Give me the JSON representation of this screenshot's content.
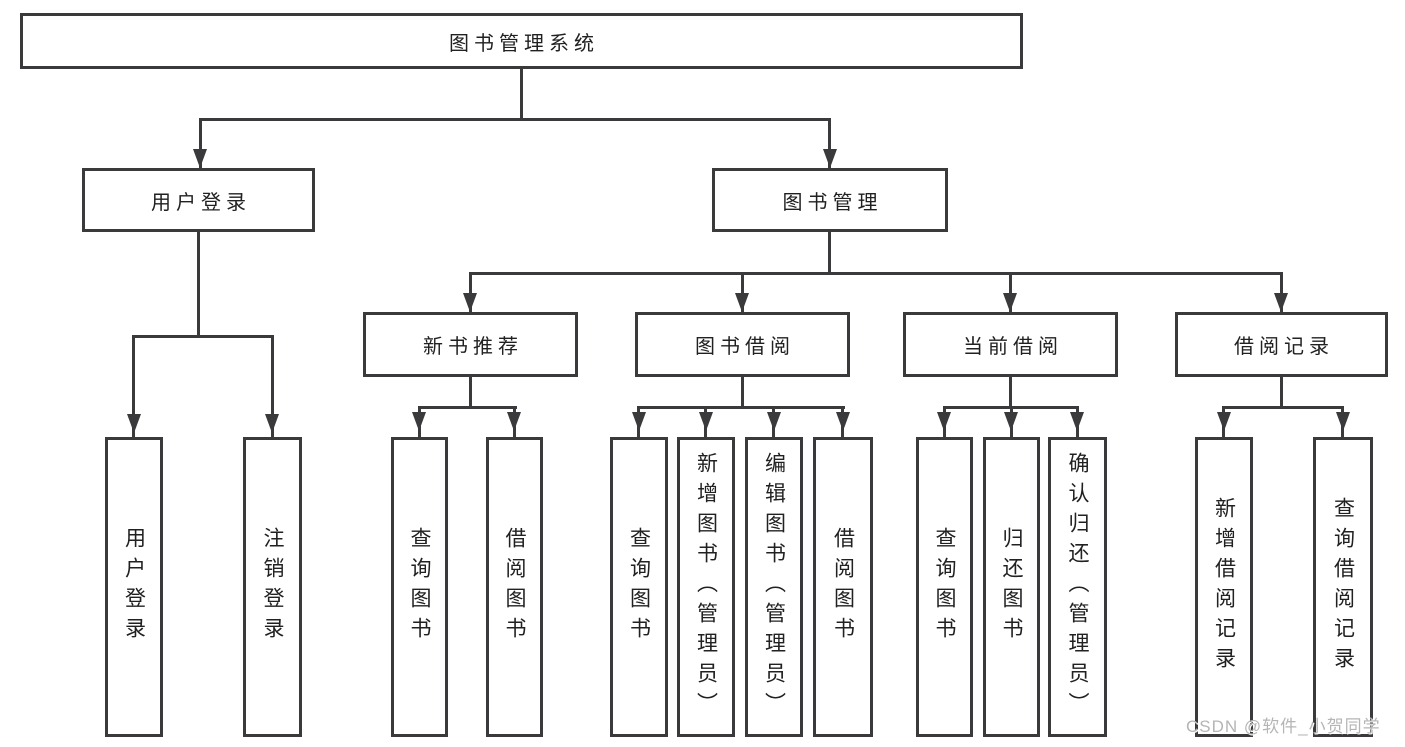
{
  "diagram": {
    "root": {
      "label": "图书管理系统"
    },
    "level2": [
      {
        "label": "用户登录"
      },
      {
        "label": "图书管理"
      }
    ],
    "level3": [
      {
        "label": "新书推荐"
      },
      {
        "label": "图书借阅"
      },
      {
        "label": "当前借阅"
      },
      {
        "label": "借阅记录"
      }
    ],
    "leaves": {
      "user_login": [
        {
          "label": "用户登录"
        },
        {
          "label": "注销登录"
        }
      ],
      "new_book": [
        {
          "label": "查询图书"
        },
        {
          "label": "借阅图书"
        }
      ],
      "book_borrow": [
        {
          "label": "查询图书"
        },
        {
          "label": "新增图书（管理员）"
        },
        {
          "label": "编辑图书（管理员）"
        },
        {
          "label": "借阅图书"
        }
      ],
      "current_borrow": [
        {
          "label": "查询图书"
        },
        {
          "label": "归还图书"
        },
        {
          "label": "确认归还（管理员）"
        }
      ],
      "borrow_records": [
        {
          "label": "新增借阅记录"
        },
        {
          "label": "查询借阅记录"
        }
      ]
    }
  },
  "watermark": {
    "text": "CSDN @软件_小贺同学"
  },
  "colors": {
    "line": "#3a3a3c",
    "text": "#212121",
    "watermark": "#b5b5b5",
    "background": "#ffffff"
  }
}
